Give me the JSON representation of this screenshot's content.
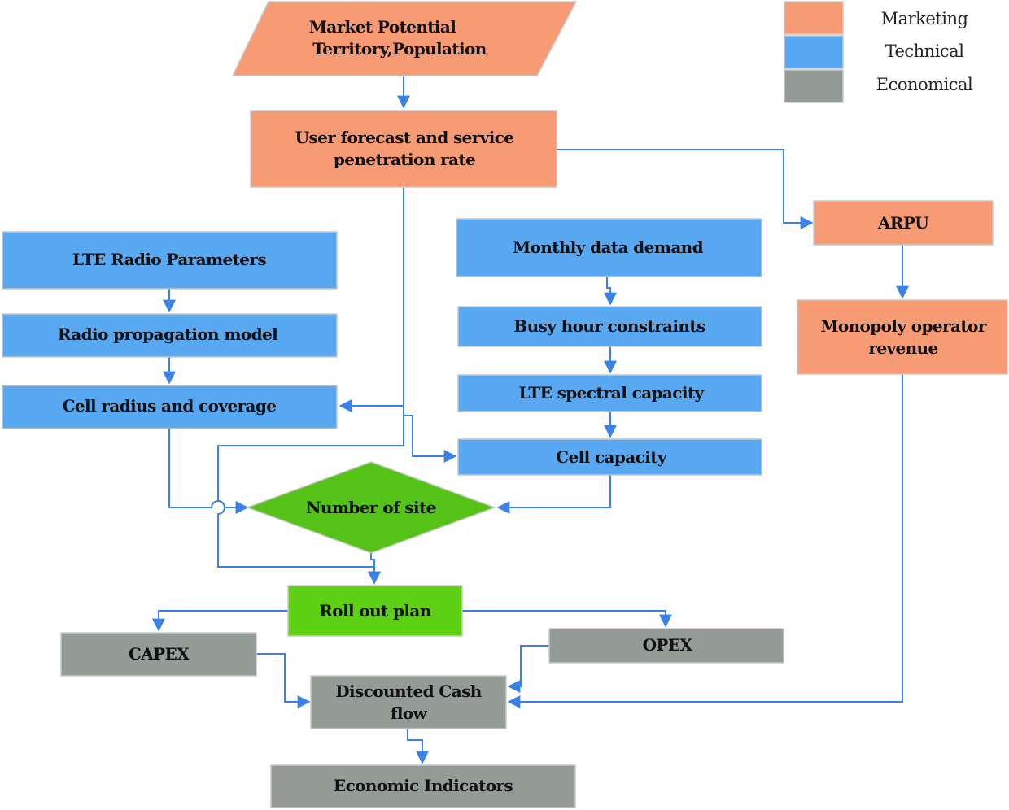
{
  "colors": {
    "marketing": "#f79b74",
    "technical": "#58a9f2",
    "economical": "#949c98",
    "site": "#54c216",
    "rollout": "#5ed114",
    "connector": "#3b82e8"
  },
  "legend": {
    "marketing": "Marketing",
    "technical": "Technical",
    "economical": "Economical"
  },
  "nodes": {
    "market_potential": {
      "line1": "Market Potential",
      "line2": "Territory,Population"
    },
    "user_forecast": {
      "line1": "User forecast and service",
      "line2": "penetration rate"
    },
    "arpu": "ARPU",
    "monopoly_revenue": {
      "line1": "Monopoly operator",
      "line2": "revenue"
    },
    "lte_radio_parameters": "LTE Radio Parameters",
    "radio_propagation_model": "Radio propagation model",
    "cell_radius_coverage": "Cell radius and coverage",
    "monthly_data_demand": "Monthly data demand",
    "busy_hour_constraints": "Busy hour constraints",
    "lte_spectral_capacity": "LTE spectral capacity",
    "cell_capacity": "Cell capacity",
    "number_of_site": "Number of site",
    "roll_out_plan": "Roll out plan",
    "capex": "CAPEX",
    "opex": "OPEX",
    "discounted_cash_flow": {
      "line1": "Discounted Cash",
      "line2": "flow"
    },
    "economic_indicators": "Economic Indicators"
  }
}
